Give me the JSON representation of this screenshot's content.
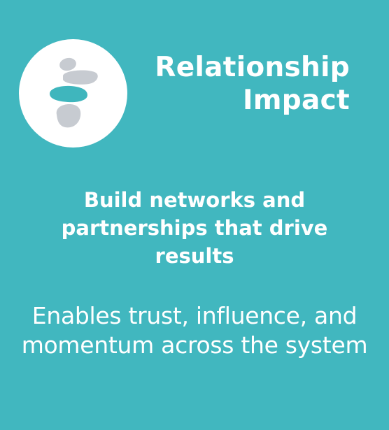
{
  "card": {
    "title_line1": "Relationship",
    "title_line2": "Impact",
    "subheading": "Build networks and partnerships that drive results",
    "description": "Enables trust, influence, and momentum across the system"
  },
  "colors": {
    "background": "#41b7bf",
    "logo_circle": "#ffffff",
    "stone_gray": "#c7cbd1",
    "stone_accent": "#3fb6bd",
    "text": "#ffffff"
  },
  "icons": {
    "logo": "stacked-stones-icon"
  }
}
